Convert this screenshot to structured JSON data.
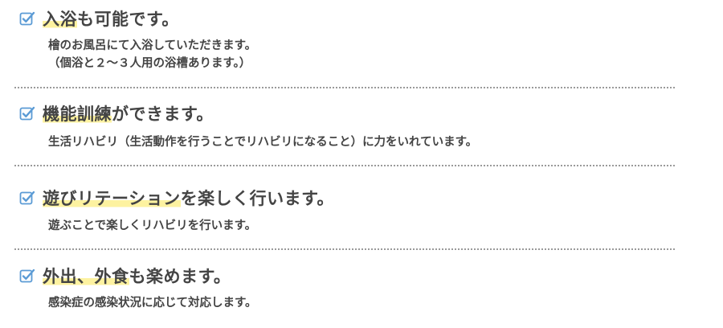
{
  "items": [
    {
      "heading_highlight": "入浴",
      "heading_rest": "も可能です。",
      "lines": [
        "檜のお風呂にて入浴していただきます。",
        "（個浴と２～３人用の浴槽あります。）"
      ]
    },
    {
      "heading_highlight": "機能訓練",
      "heading_rest": "ができます。",
      "lines": [
        "生活リハビリ（生活動作を行うことでリハビリになること）に力をいれています。"
      ]
    },
    {
      "heading_highlight": "遊びリテーション",
      "heading_rest": "を楽しく行います。",
      "lines": [
        "遊ぶことで楽しくリハビリを行います。"
      ]
    },
    {
      "heading_highlight": "外出、外食",
      "heading_rest": "も楽めます。",
      "lines": [
        "感染症の感染状況に応じて対応します。"
      ]
    }
  ],
  "colors": {
    "check": "#5b9bd5",
    "highlight": "#fdf2a0",
    "text": "#444444",
    "divider": "#9a9a9a"
  },
  "icons": {
    "check": "checkbox-checked-icon"
  }
}
